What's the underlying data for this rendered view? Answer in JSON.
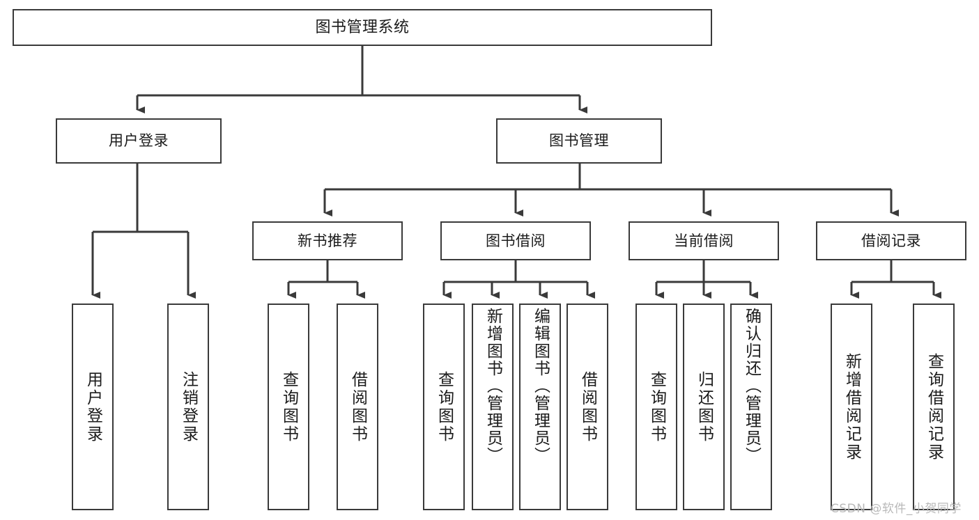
{
  "diagram": {
    "type": "tree-hierarchy-chart",
    "title": "图书管理系统",
    "background_color": "#ffffff",
    "line_color": "#3a3a3a",
    "text_color": "#1b1b1b",
    "levels": 4,
    "root": {
      "label": "图书管理系统"
    },
    "level2": [
      {
        "label": "用户登录"
      },
      {
        "label": "图书管理"
      }
    ],
    "level3": [
      {
        "label": "新书推荐"
      },
      {
        "label": "图书借阅"
      },
      {
        "label": "当前借阅"
      },
      {
        "label": "借阅记录"
      }
    ],
    "leaves": {
      "user_login": [
        {
          "label": "用户登录"
        },
        {
          "label": "注销登录"
        }
      ],
      "new_book": [
        {
          "label": "查询图书"
        },
        {
          "label": "借阅图书"
        }
      ],
      "book_borrow": [
        {
          "label": "查询图书"
        },
        {
          "label": "新增图书（管理员）"
        },
        {
          "label": "编辑图书（管理员）"
        },
        {
          "label": "借阅图书"
        }
      ],
      "current_borrow": [
        {
          "label": "查询图书"
        },
        {
          "label": "归还图书"
        },
        {
          "label": "确认归还（管理员）"
        }
      ],
      "borrow_record": [
        {
          "label": "新增借阅记录"
        },
        {
          "label": "查询借阅记录"
        }
      ]
    }
  },
  "watermark": {
    "text": "CSDN @软件_小贺同学"
  }
}
